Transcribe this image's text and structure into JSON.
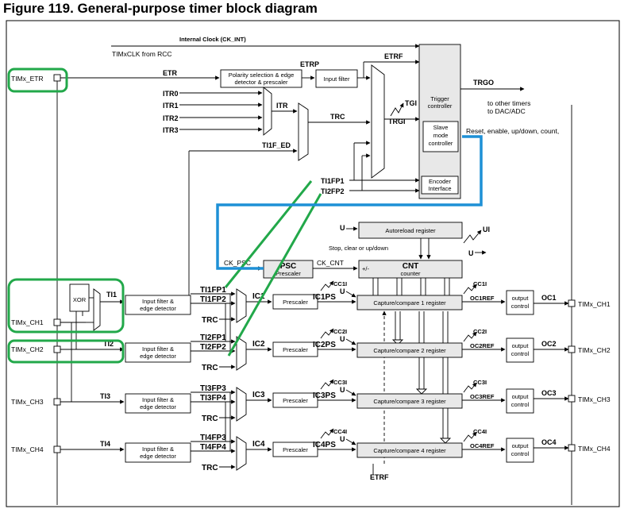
{
  "title": "Figure 119. General-purpose timer block diagram",
  "clocks": {
    "internal_clock": "Internal Clock (CK_INT)",
    "timx_clk": "TIMxCLK from RCC"
  },
  "pins": {
    "etr": "TIMx_ETR",
    "ch1_in": "TIMx_CH1",
    "ch2_in": "TIMx_CH2",
    "ch3_in": "TIMx_CH3",
    "ch4_in": "TIMx_CH4",
    "ch1_out": "TIMx_CH1",
    "ch2_out": "TIMx_CH2",
    "ch3_out": "TIMx_CH3",
    "ch4_out": "TIMx_CH4"
  },
  "blocks": {
    "polarity": [
      "Polarity selection & edge",
      "detector & prescaler"
    ],
    "input_filter": "Input filter",
    "trigger_controller": [
      "Trigger",
      "controller"
    ],
    "slave_mode": [
      "Slave",
      "mode",
      "controller"
    ],
    "encoder": [
      "Encoder",
      "Interface"
    ],
    "autoreload": "Autoreload register",
    "psc": "PSC",
    "psc_sub": "Prescaler",
    "cnt": "CNT",
    "cnt_sub": "counter",
    "xor": "XOR",
    "filter_edge": [
      "Input filter &",
      "edge detector"
    ],
    "prescaler": "Prescaler",
    "cc1": "Capture/compare 1 register",
    "cc2": "Capture/compare 2 register",
    "cc3": "Capture/compare 3 register",
    "cc4": "Capture/compare 4 register",
    "output_control": [
      "output",
      "control"
    ]
  },
  "signals": {
    "etr": "ETR",
    "etrp": "ETRP",
    "etrf": "ETRF",
    "etrf_bottom": "ETRF",
    "itr": [
      "ITR0",
      "ITR1",
      "ITR2",
      "ITR3"
    ],
    "itr_mux": "ITR",
    "trc": "TRC",
    "tgi": "TGI",
    "trgi": "TRGI",
    "ti1f_ed": "TI1F_ED",
    "ti1fp1": "TI1FP1",
    "ti2fp2": "TI2FP2",
    "trgo": "TRGO",
    "trgo_dest": [
      "to other timers",
      "to DAC/ADC"
    ],
    "slave_outputs": "Reset, enable, up/down, count,",
    "u": "U",
    "ui": "UI",
    "stop_clear": "Stop, clear or up/down",
    "ck_psc": "CK_PSC",
    "ck_cnt": "CK_CNT",
    "plus_minus": "+/-",
    "ti1": "TI1",
    "ti2": "TI2",
    "ti3": "TI3",
    "ti4": "TI4",
    "mux_in": [
      [
        "TI1FP1",
        "TI1FP2"
      ],
      [
        "TI2FP1",
        "TI2FP2"
      ],
      [
        "TI3FP3",
        "TI3FP4"
      ],
      [
        "TI4FP3",
        "TI4FP4"
      ]
    ],
    "trc_in": "TRC",
    "ic": [
      "IC1",
      "IC2",
      "IC3",
      "IC4"
    ],
    "icps": [
      "IC1PS",
      "IC2PS",
      "IC3PS",
      "IC4PS"
    ],
    "cci": [
      "CC1I",
      "CC2I",
      "CC3I",
      "CC4I"
    ],
    "ocref": [
      "OC1REF",
      "OC2REF",
      "OC3REF",
      "OC4REF"
    ],
    "oc": [
      "OC1",
      "OC2",
      "OC3",
      "OC4"
    ]
  }
}
